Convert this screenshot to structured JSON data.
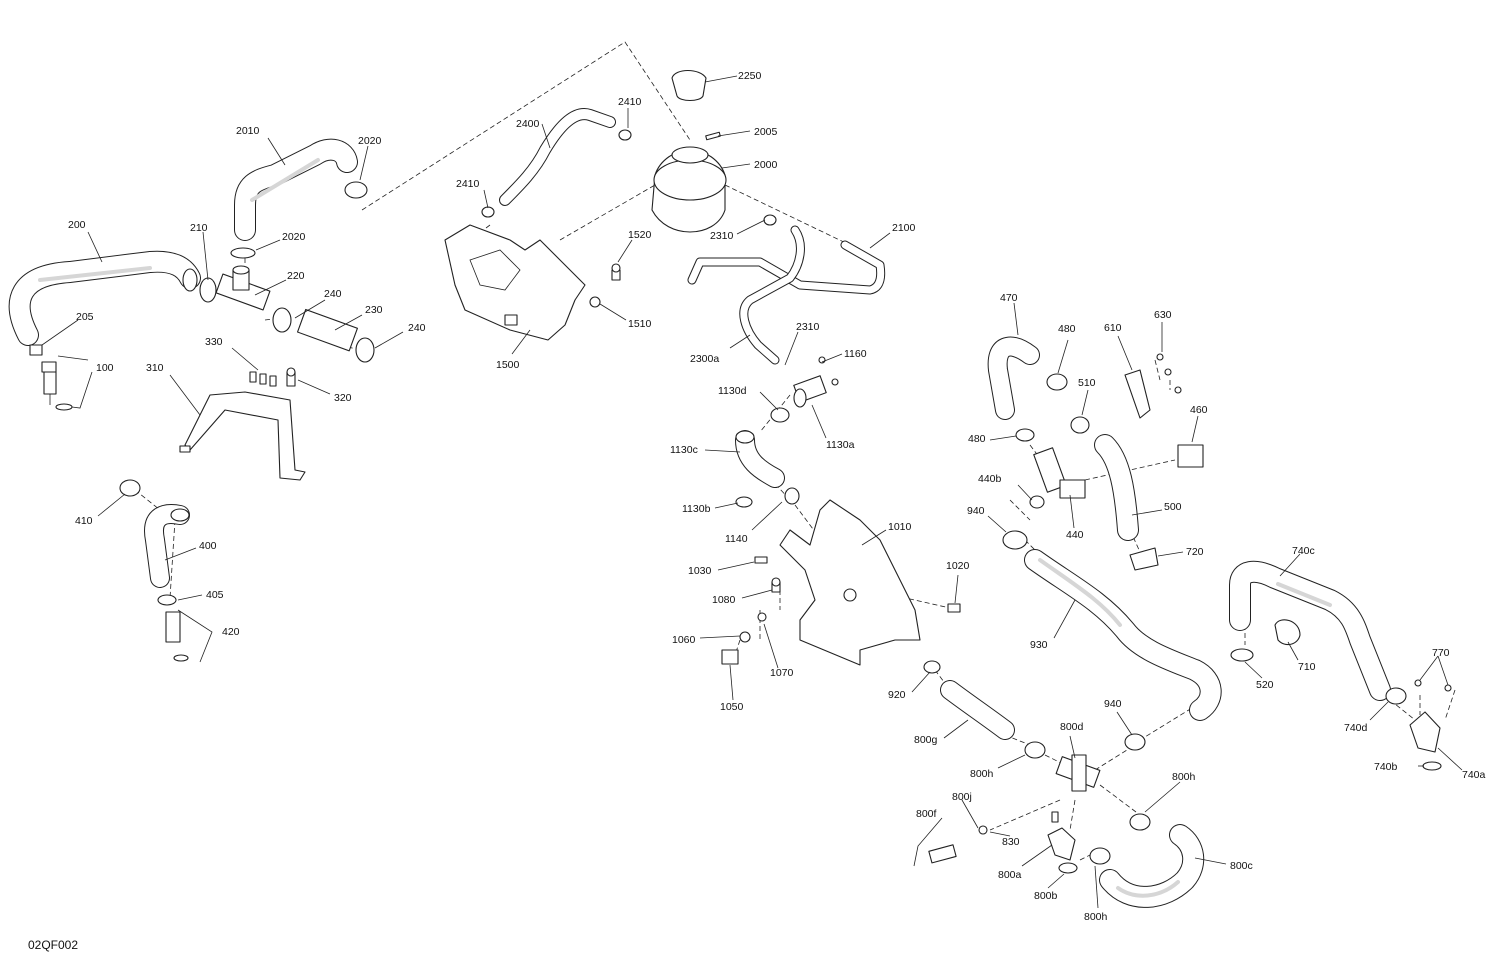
{
  "diagram_code": "02QF002",
  "callouts": [
    {
      "id": "c100",
      "text": "100"
    },
    {
      "id": "c200",
      "text": "200"
    },
    {
      "id": "c205",
      "text": "205"
    },
    {
      "id": "c210",
      "text": "210"
    },
    {
      "id": "c220",
      "text": "220"
    },
    {
      "id": "c230",
      "text": "230"
    },
    {
      "id": "c240a",
      "text": "240"
    },
    {
      "id": "c240b",
      "text": "240"
    },
    {
      "id": "c310",
      "text": "310"
    },
    {
      "id": "c320",
      "text": "320"
    },
    {
      "id": "c330",
      "text": "330"
    },
    {
      "id": "c400",
      "text": "400"
    },
    {
      "id": "c405",
      "text": "405"
    },
    {
      "id": "c410",
      "text": "410"
    },
    {
      "id": "c420",
      "text": "420"
    },
    {
      "id": "c440",
      "text": "440"
    },
    {
      "id": "c440b",
      "text": "440b"
    },
    {
      "id": "c460",
      "text": "460"
    },
    {
      "id": "c470",
      "text": "470"
    },
    {
      "id": "c480a",
      "text": "480"
    },
    {
      "id": "c480b",
      "text": "480"
    },
    {
      "id": "c500",
      "text": "500"
    },
    {
      "id": "c510",
      "text": "510"
    },
    {
      "id": "c520",
      "text": "520"
    },
    {
      "id": "c610",
      "text": "610"
    },
    {
      "id": "c630",
      "text": "630"
    },
    {
      "id": "c710",
      "text": "710"
    },
    {
      "id": "c720",
      "text": "720"
    },
    {
      "id": "c740a",
      "text": "740a"
    },
    {
      "id": "c740b",
      "text": "740b"
    },
    {
      "id": "c740c",
      "text": "740c"
    },
    {
      "id": "c740d",
      "text": "740d"
    },
    {
      "id": "c770",
      "text": "770"
    },
    {
      "id": "c800a",
      "text": "800a"
    },
    {
      "id": "c800b",
      "text": "800b"
    },
    {
      "id": "c800c",
      "text": "800c"
    },
    {
      "id": "c800d",
      "text": "800d"
    },
    {
      "id": "c800f",
      "text": "800f"
    },
    {
      "id": "c800g",
      "text": "800g"
    },
    {
      "id": "c800h1",
      "text": "800h"
    },
    {
      "id": "c800h2",
      "text": "800h"
    },
    {
      "id": "c800h3",
      "text": "800h"
    },
    {
      "id": "c800j",
      "text": "800j"
    },
    {
      "id": "c830",
      "text": "830"
    },
    {
      "id": "c920",
      "text": "920"
    },
    {
      "id": "c930",
      "text": "930"
    },
    {
      "id": "c940a",
      "text": "940"
    },
    {
      "id": "c940b",
      "text": "940"
    },
    {
      "id": "c1010",
      "text": "1010"
    },
    {
      "id": "c1020",
      "text": "1020"
    },
    {
      "id": "c1030",
      "text": "1030"
    },
    {
      "id": "c1050",
      "text": "1050"
    },
    {
      "id": "c1060",
      "text": "1060"
    },
    {
      "id": "c1070",
      "text": "1070"
    },
    {
      "id": "c1080",
      "text": "1080"
    },
    {
      "id": "c1130a",
      "text": "1130a"
    },
    {
      "id": "c1130b",
      "text": "1130b"
    },
    {
      "id": "c1130c",
      "text": "1130c"
    },
    {
      "id": "c1130d",
      "text": "1130d"
    },
    {
      "id": "c1140",
      "text": "1140"
    },
    {
      "id": "c1160",
      "text": "1160"
    },
    {
      "id": "c1500",
      "text": "1500"
    },
    {
      "id": "c1510",
      "text": "1510"
    },
    {
      "id": "c1520",
      "text": "1520"
    },
    {
      "id": "c2000",
      "text": "2000"
    },
    {
      "id": "c2005",
      "text": "2005"
    },
    {
      "id": "c2010",
      "text": "2010"
    },
    {
      "id": "c2020a",
      "text": "2020"
    },
    {
      "id": "c2020b",
      "text": "2020"
    },
    {
      "id": "c2100",
      "text": "2100"
    },
    {
      "id": "c2250",
      "text": "2250"
    },
    {
      "id": "c2300a",
      "text": "2300a"
    },
    {
      "id": "c2310a",
      "text": "2310"
    },
    {
      "id": "c2310b",
      "text": "2310"
    },
    {
      "id": "c2400",
      "text": "2400"
    },
    {
      "id": "c2410a",
      "text": "2410"
    },
    {
      "id": "c2410b",
      "text": "2410"
    }
  ]
}
